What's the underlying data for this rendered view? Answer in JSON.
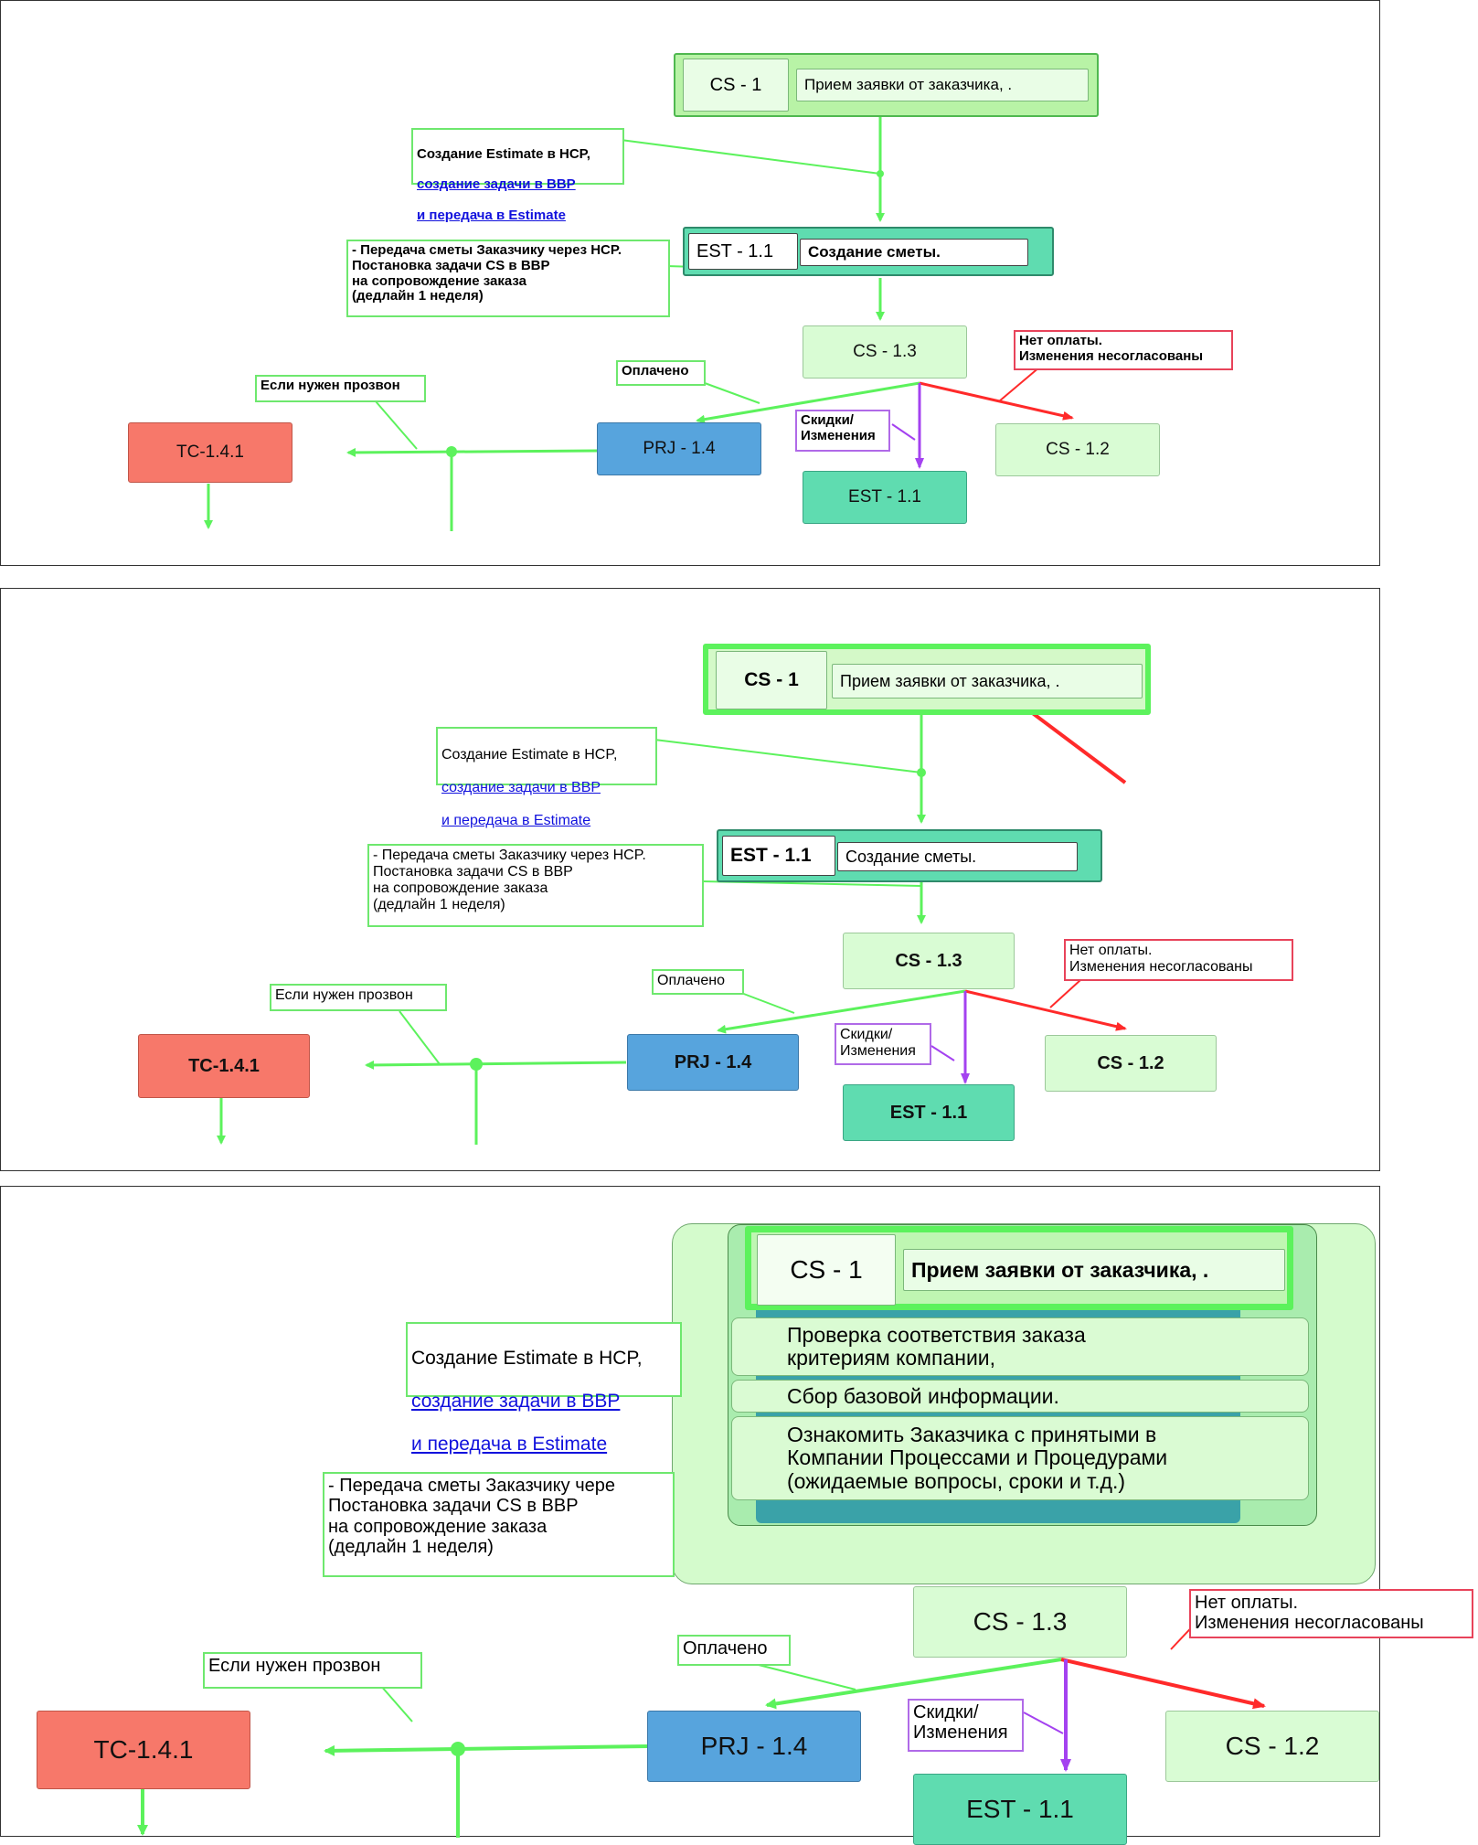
{
  "nodes": {
    "cs1": "CS - 1",
    "cs1_title": "Прием заявки от заказчика, .",
    "est11": "EST - 1.1",
    "est11_title": "Создание сметы.",
    "cs13": "CS - 1.3",
    "cs12": "CS - 1.2",
    "prj14": "PRJ - 1.4",
    "tc141": "TC-1.4.1",
    "est11_b": "EST - 1.1"
  },
  "annotations": {
    "estimate_line1": "Создание Estimate в HCP,",
    "estimate_line2": "создание задачи в BBP",
    "estimate_line3": "и передача в Estimate",
    "handover": "- Передача сметы Заказчику через HCP.\nПостановка задачи CS в BBP\nна сопровождение заказа\n(дедлайн 1 неделя)",
    "handover_cut": "- Передача сметы Заказчику чере\nПостановка задачи CS в BBP\nна сопровождение заказа\n(дедлайн 1 неделя)",
    "no_payment": "Нет оплаты.\nИзменения несогласованы",
    "paid": "Оплачено",
    "discounts": "Скидки/\nИзменения",
    "call_needed": "Если нужен прозвон"
  },
  "expanded_tasks": [
    "Проверка соответствия заказа\nкритериям компании,",
    "Сбор базовой информации.",
    "Ознакомить Заказчика с принятыми в\nКомпании Процессами и Процедурами\n(ожидаемые вопросы, сроки и т.д.)"
  ],
  "colors": {
    "green_arrow": "#5cf25c",
    "red_arrow": "#ff2a2a",
    "purple_arrow": "#a442f0",
    "pale_node": "#d9fcd4",
    "teal_node": "#5fdcb0",
    "blue_node": "#57a4dd",
    "salmon_node": "#f7786a"
  }
}
